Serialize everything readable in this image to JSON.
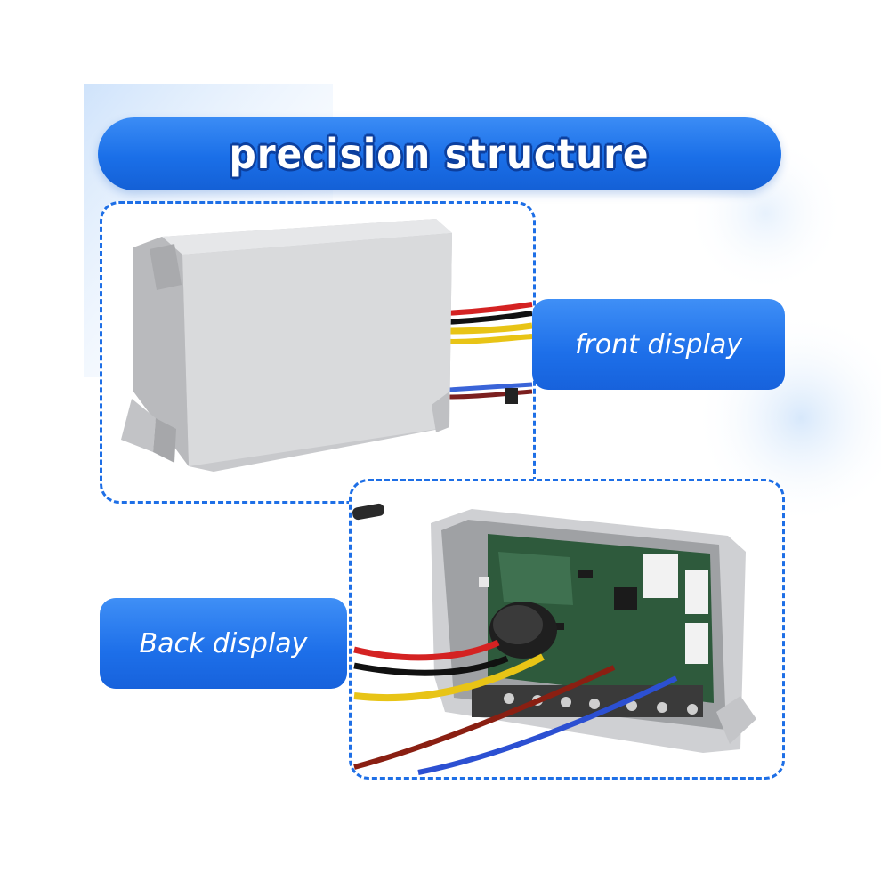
{
  "title": "precision structure",
  "labels": {
    "front": "front display",
    "back": "Back display"
  },
  "colors": {
    "accent": "#1e6fe6",
    "banner_outline": "#0c3f9e",
    "housing": "#d9dadc",
    "pcb": "#2e5a3c"
  },
  "icons": {
    "front_product": "controller-front-icon",
    "back_product": "controller-back-icon"
  }
}
